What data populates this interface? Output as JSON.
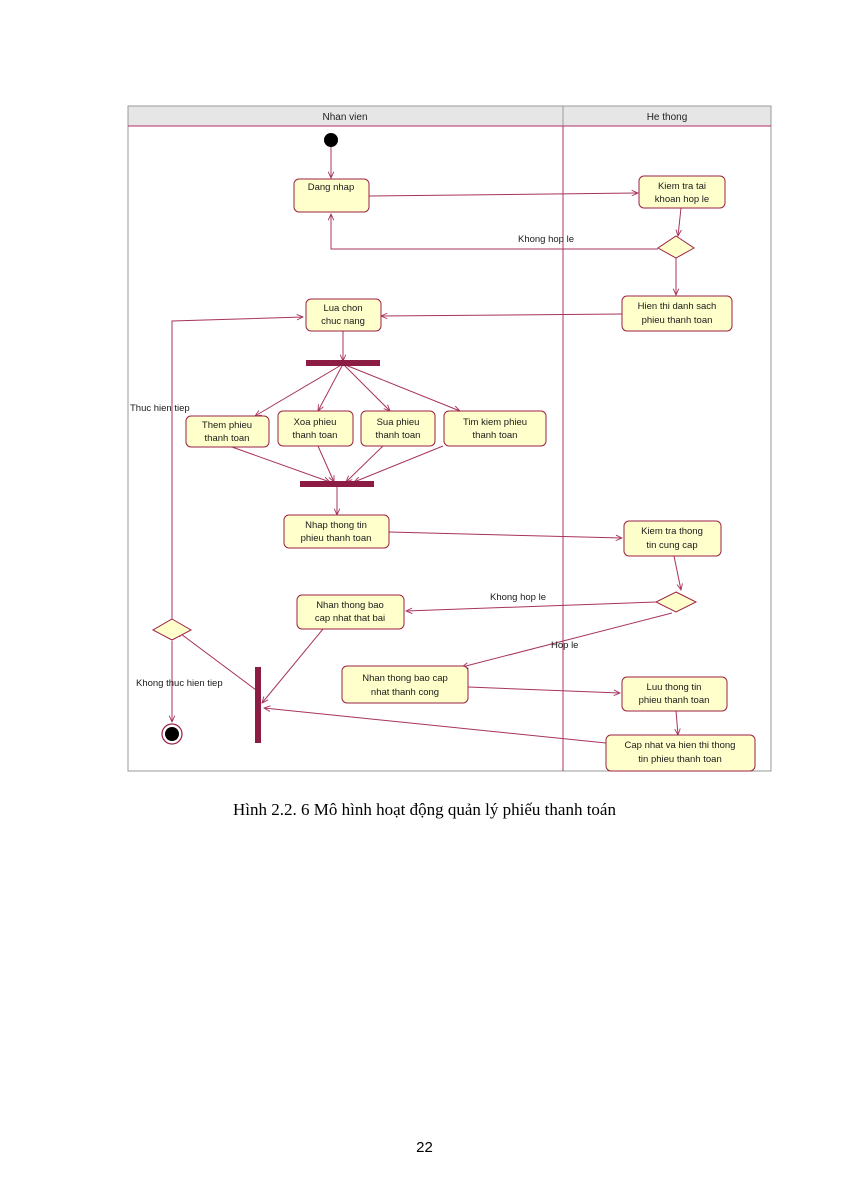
{
  "lanes": {
    "left": "Nhan vien",
    "right": "He thong"
  },
  "nodes": {
    "login": [
      "Dang nhap"
    ],
    "check_account": [
      "Kiem tra tai",
      "khoan hop le"
    ],
    "choose_function": [
      "Lua chon",
      "chuc nang"
    ],
    "show_list": [
      "Hien thi danh sach",
      "phieu thanh toan"
    ],
    "add": [
      "Them phieu",
      "thanh toan"
    ],
    "delete": [
      "Xoa phieu",
      "thanh toan"
    ],
    "edit": [
      "Sua phieu",
      "thanh toan"
    ],
    "search": [
      "Tim kiem phieu",
      "thanh toan"
    ],
    "enter_info": [
      "Nhap thong tin",
      "phieu thanh toan"
    ],
    "check_info": [
      "Kiem tra thong",
      "tin cung cap"
    ],
    "fail_notice": [
      "Nhan thong bao",
      "cap nhat that bai"
    ],
    "success_notice": [
      "Nhan thong bao cap",
      "nhat thanh cong"
    ],
    "save_info": [
      "Luu thong tin",
      "phieu thanh toan"
    ],
    "update_show": [
      "Cap nhat va hien thi thong",
      "tin phieu thanh toan"
    ]
  },
  "edge_labels": {
    "invalid_account": "Khong hop le",
    "invalid_info": "Khong hop le",
    "valid_info": "Hop le",
    "continue": "Thuc hien tiep",
    "stop": "Khong thuc hien tiep"
  },
  "colors": {
    "node_fill": "#ffffcc",
    "node_stroke": "#9b2246",
    "edge": "#a8335e",
    "bar": "#8c1c44"
  },
  "caption": "Hình 2.2. 6 Mô hình hoạt động quản lý phiếu thanh toán",
  "page_number": "22"
}
